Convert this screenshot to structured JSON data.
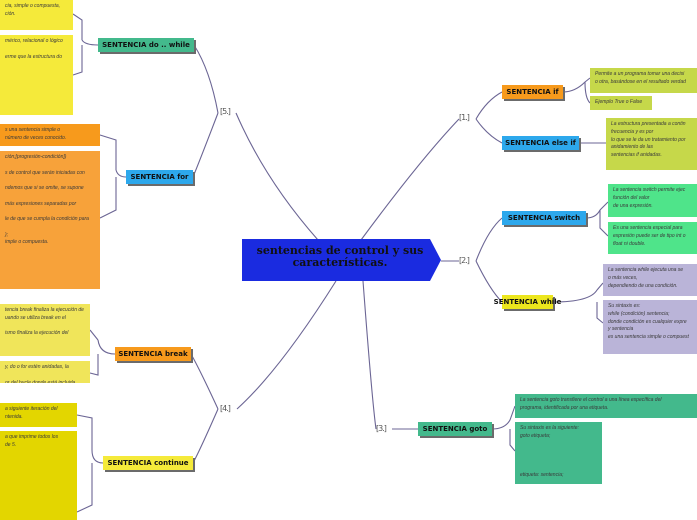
{
  "central": {
    "title": "sentencias de control y sus características."
  },
  "branches": [
    {
      "num": "[1.]",
      "nodes": [
        {
          "id": "if",
          "label": "SENTENCIA if"
        },
        {
          "id": "elseif",
          "label": "SENTENCIA else if"
        }
      ]
    },
    {
      "num": "[2.]",
      "nodes": [
        {
          "id": "switch",
          "label": "SENTENCIA switch"
        },
        {
          "id": "while",
          "label": "SENTENCIA while"
        }
      ]
    },
    {
      "num": "[3.]",
      "nodes": [
        {
          "id": "goto",
          "label": "SENTENCIA goto"
        }
      ]
    },
    {
      "num": "[4.]",
      "nodes": [
        {
          "id": "break",
          "label": "SENTENCIA break"
        },
        {
          "id": "continue",
          "label": "SENTENCIA continue"
        }
      ]
    },
    {
      "num": "[5.]",
      "nodes": [
        {
          "id": "dowhile",
          "label": "SENTENCIA do .. while"
        },
        {
          "id": "for",
          "label": "SENTENCIA for"
        }
      ]
    }
  ],
  "notes": {
    "if_1": "Permite a un programa tomar una decisi\no otra, basándose en el resultado verdad",
    "if_2": "Ejemplo True o False",
    "elseif_1": "La estructura presentada a contin\nfrecuencia y es por\nlo que se le da un tratamiento por\nanidamiento de las\nsentencias if anidadas.",
    "switch_1": "La sentencia switch permite ejec\nfunción del valor\nde una expresión.",
    "switch_2": "Es una sentencia especial para\nexpresión puede ser de tipo int o\nfloat ni double.",
    "while_1": "La sentencia while ejecuta una se\no más veces,\ndependiendo de una condición.",
    "while_2": "Su sintaxis es:\nwhile (condición) sentencia;\ndonde condición es cualquier expre\ny sentencia\nes una sentencia simple o compuest",
    "goto_1": "La sentencia goto transfiere el control a una línea específica del\nprograma, identificada por una etiqueta.",
    "goto_2": "Su sintaxis es la siguiente:\ngoto etiqueta;\n\n\n\n\netiqueta: sentencia;",
    "dowhile_1": "cia, simple o compuesta,\nción.",
    "dowhile_2": "mérico, relacional o lógico\n\nerme que la estructura do",
    "for_1": "s una sentencia simple o\nnúmero de veces conocido.",
    "for_2": "ción;[progresión-condición])\n\ns de control que serán iniciadas con\n\nndemos que si se omite, se supone\n\nmás expresiones separadas por\n\nle de que se cumpla la condición para\n\n);\nimple o compuesta.",
    "break_1": "tencia break finaliza la ejecución de\nuando se utiliza break en el\n\nismo finaliza la ejecución del",
    "break_2": "y, do o for estén anidadas, la\n\nor del bucle donde está incluida.",
    "continue_1": "a siguiente iteración del\nntenida.",
    "continue_2": "a que imprime todos los\nde 5."
  }
}
